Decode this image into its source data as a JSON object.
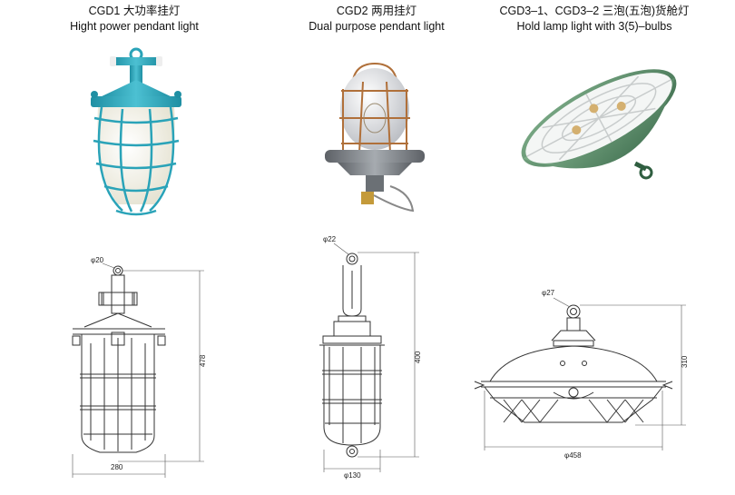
{
  "products": [
    {
      "code_title": "CGD1 大功率挂灯",
      "english_title": "Hight power pendant light",
      "dims": {
        "ring": "φ20",
        "height": "478",
        "width": "280"
      }
    },
    {
      "code_title": "CGD2 两用挂灯",
      "english_title": "Dual purpose pendant light",
      "dims": {
        "ring": "φ22",
        "height": "400",
        "width": "φ130"
      }
    },
    {
      "code_title": "CGD3–1、CGD3–2 三泡(五泡)货舱灯",
      "english_title": "Hold lamp light with 3(5)–bulbs",
      "dims": {
        "ring": "φ27",
        "height": "310",
        "width": "φ458"
      }
    }
  ],
  "colors": {
    "teal": "#2aa3b8",
    "glass_white": "#f3f1e6",
    "cargo_green": "#5e8f6c",
    "steel_gray": "#7a7f85",
    "copper": "#b0703a"
  }
}
